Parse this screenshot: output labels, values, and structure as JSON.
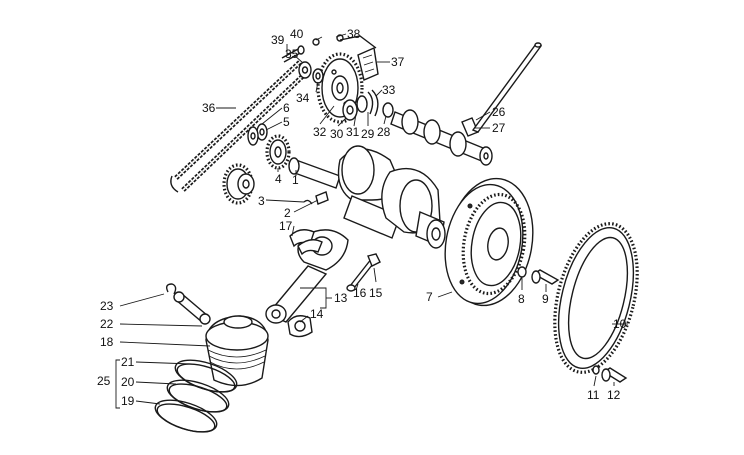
{
  "callouts": [
    {
      "id": "1",
      "label": "1"
    },
    {
      "id": "2",
      "label": "2"
    },
    {
      "id": "3",
      "label": "3"
    },
    {
      "id": "4",
      "label": "4"
    },
    {
      "id": "5",
      "label": "5"
    },
    {
      "id": "6",
      "label": "6"
    },
    {
      "id": "7",
      "label": "7"
    },
    {
      "id": "8",
      "label": "8"
    },
    {
      "id": "9",
      "label": "9"
    },
    {
      "id": "10",
      "label": "10"
    },
    {
      "id": "11",
      "label": "11"
    },
    {
      "id": "12",
      "label": "12"
    },
    {
      "id": "13",
      "label": "13"
    },
    {
      "id": "14",
      "label": "14"
    },
    {
      "id": "15",
      "label": "15"
    },
    {
      "id": "16",
      "label": "16"
    },
    {
      "id": "17",
      "label": "17"
    },
    {
      "id": "18",
      "label": "18"
    },
    {
      "id": "19",
      "label": "19"
    },
    {
      "id": "20",
      "label": "20"
    },
    {
      "id": "21",
      "label": "21"
    },
    {
      "id": "22",
      "label": "22"
    },
    {
      "id": "23",
      "label": "23"
    },
    {
      "id": "25",
      "label": "25"
    },
    {
      "id": "26",
      "label": "26"
    },
    {
      "id": "27",
      "label": "27"
    },
    {
      "id": "28",
      "label": "28"
    },
    {
      "id": "29",
      "label": "29"
    },
    {
      "id": "30",
      "label": "30"
    },
    {
      "id": "31",
      "label": "31"
    },
    {
      "id": "32",
      "label": "32"
    },
    {
      "id": "33",
      "label": "33"
    },
    {
      "id": "34",
      "label": "34"
    },
    {
      "id": "35",
      "label": "35"
    },
    {
      "id": "36",
      "label": "36"
    },
    {
      "id": "37",
      "label": "37"
    },
    {
      "id": "38",
      "label": "38"
    },
    {
      "id": "39",
      "label": "39"
    },
    {
      "id": "40",
      "label": "40"
    }
  ],
  "colors": {
    "line": "#1a1a1a",
    "background": "#ffffff"
  }
}
